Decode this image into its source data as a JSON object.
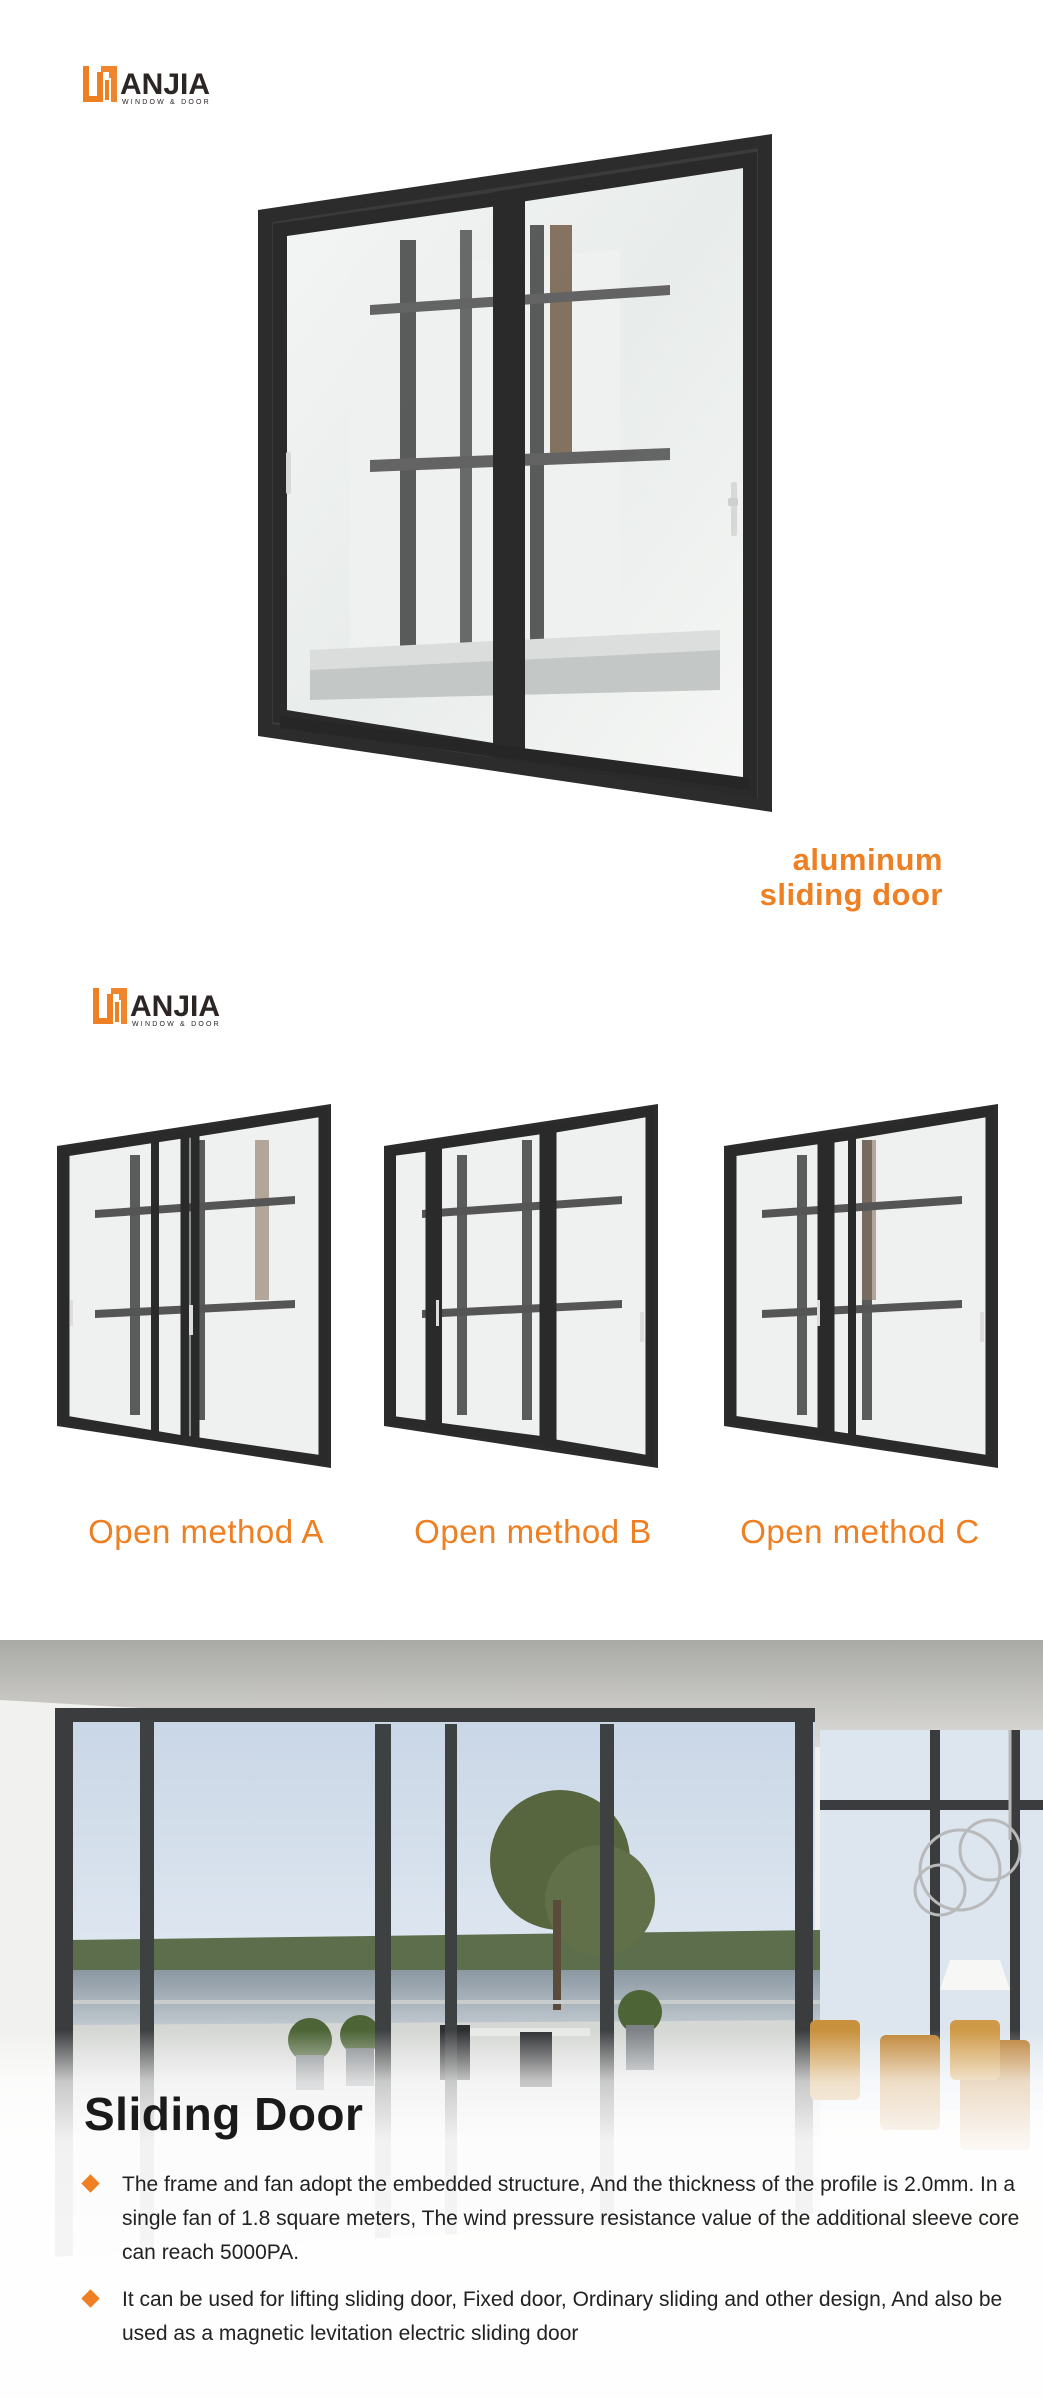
{
  "brand": {
    "name": "ANJIA",
    "tagline": "WINDOW & DOOR",
    "accent_color": "#ee7f22",
    "dark_color": "#2b2523"
  },
  "hero": {
    "caption_line1": "aluminum",
    "caption_line2": "sliding door"
  },
  "open_methods": {
    "items": [
      {
        "label": "Open method A"
      },
      {
        "label": "Open method B"
      },
      {
        "label": "Open method C"
      }
    ]
  },
  "feature": {
    "title": "Sliding Door",
    "bullets": [
      {
        "text": "The frame and fan adopt the embedded structure, And the thickness of the profile is 2.0mm. In a single fan of 1.8 square meters, The wind pressure resistance value of the additional sleeve core can reach 5000PA."
      },
      {
        "text": "It can be used for lifting sliding door, Fixed door, Ordinary sliding and other design, And also be used as a magnetic levitation electric sliding door"
      }
    ]
  }
}
